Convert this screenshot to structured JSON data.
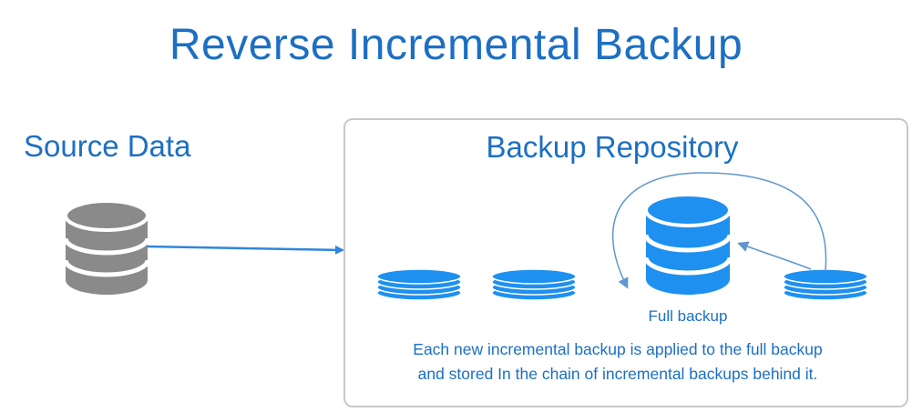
{
  "title": "Reverse Incremental Backup",
  "source": {
    "label": "Source Data"
  },
  "repository": {
    "label": "Backup Repository",
    "full_backup_label": "Full backup",
    "caption_lines": [
      "Each new incremental backup is applied to the full backup",
      "and stored In the chain of incremental backups behind it."
    ]
  },
  "colors": {
    "accent": "#1c6fc2",
    "full_backup_db": "#1e90f0",
    "incremental_disk": "#1e90f0",
    "source_db": "#8a8a8a",
    "arrow": "#2f86dc",
    "curve_arrow": "#5e96cf",
    "repo_border": "#c8c8c8"
  },
  "icons": {
    "source": "database-icon",
    "full_backup": "database-icon",
    "incremental": "disk-stack-icon"
  }
}
